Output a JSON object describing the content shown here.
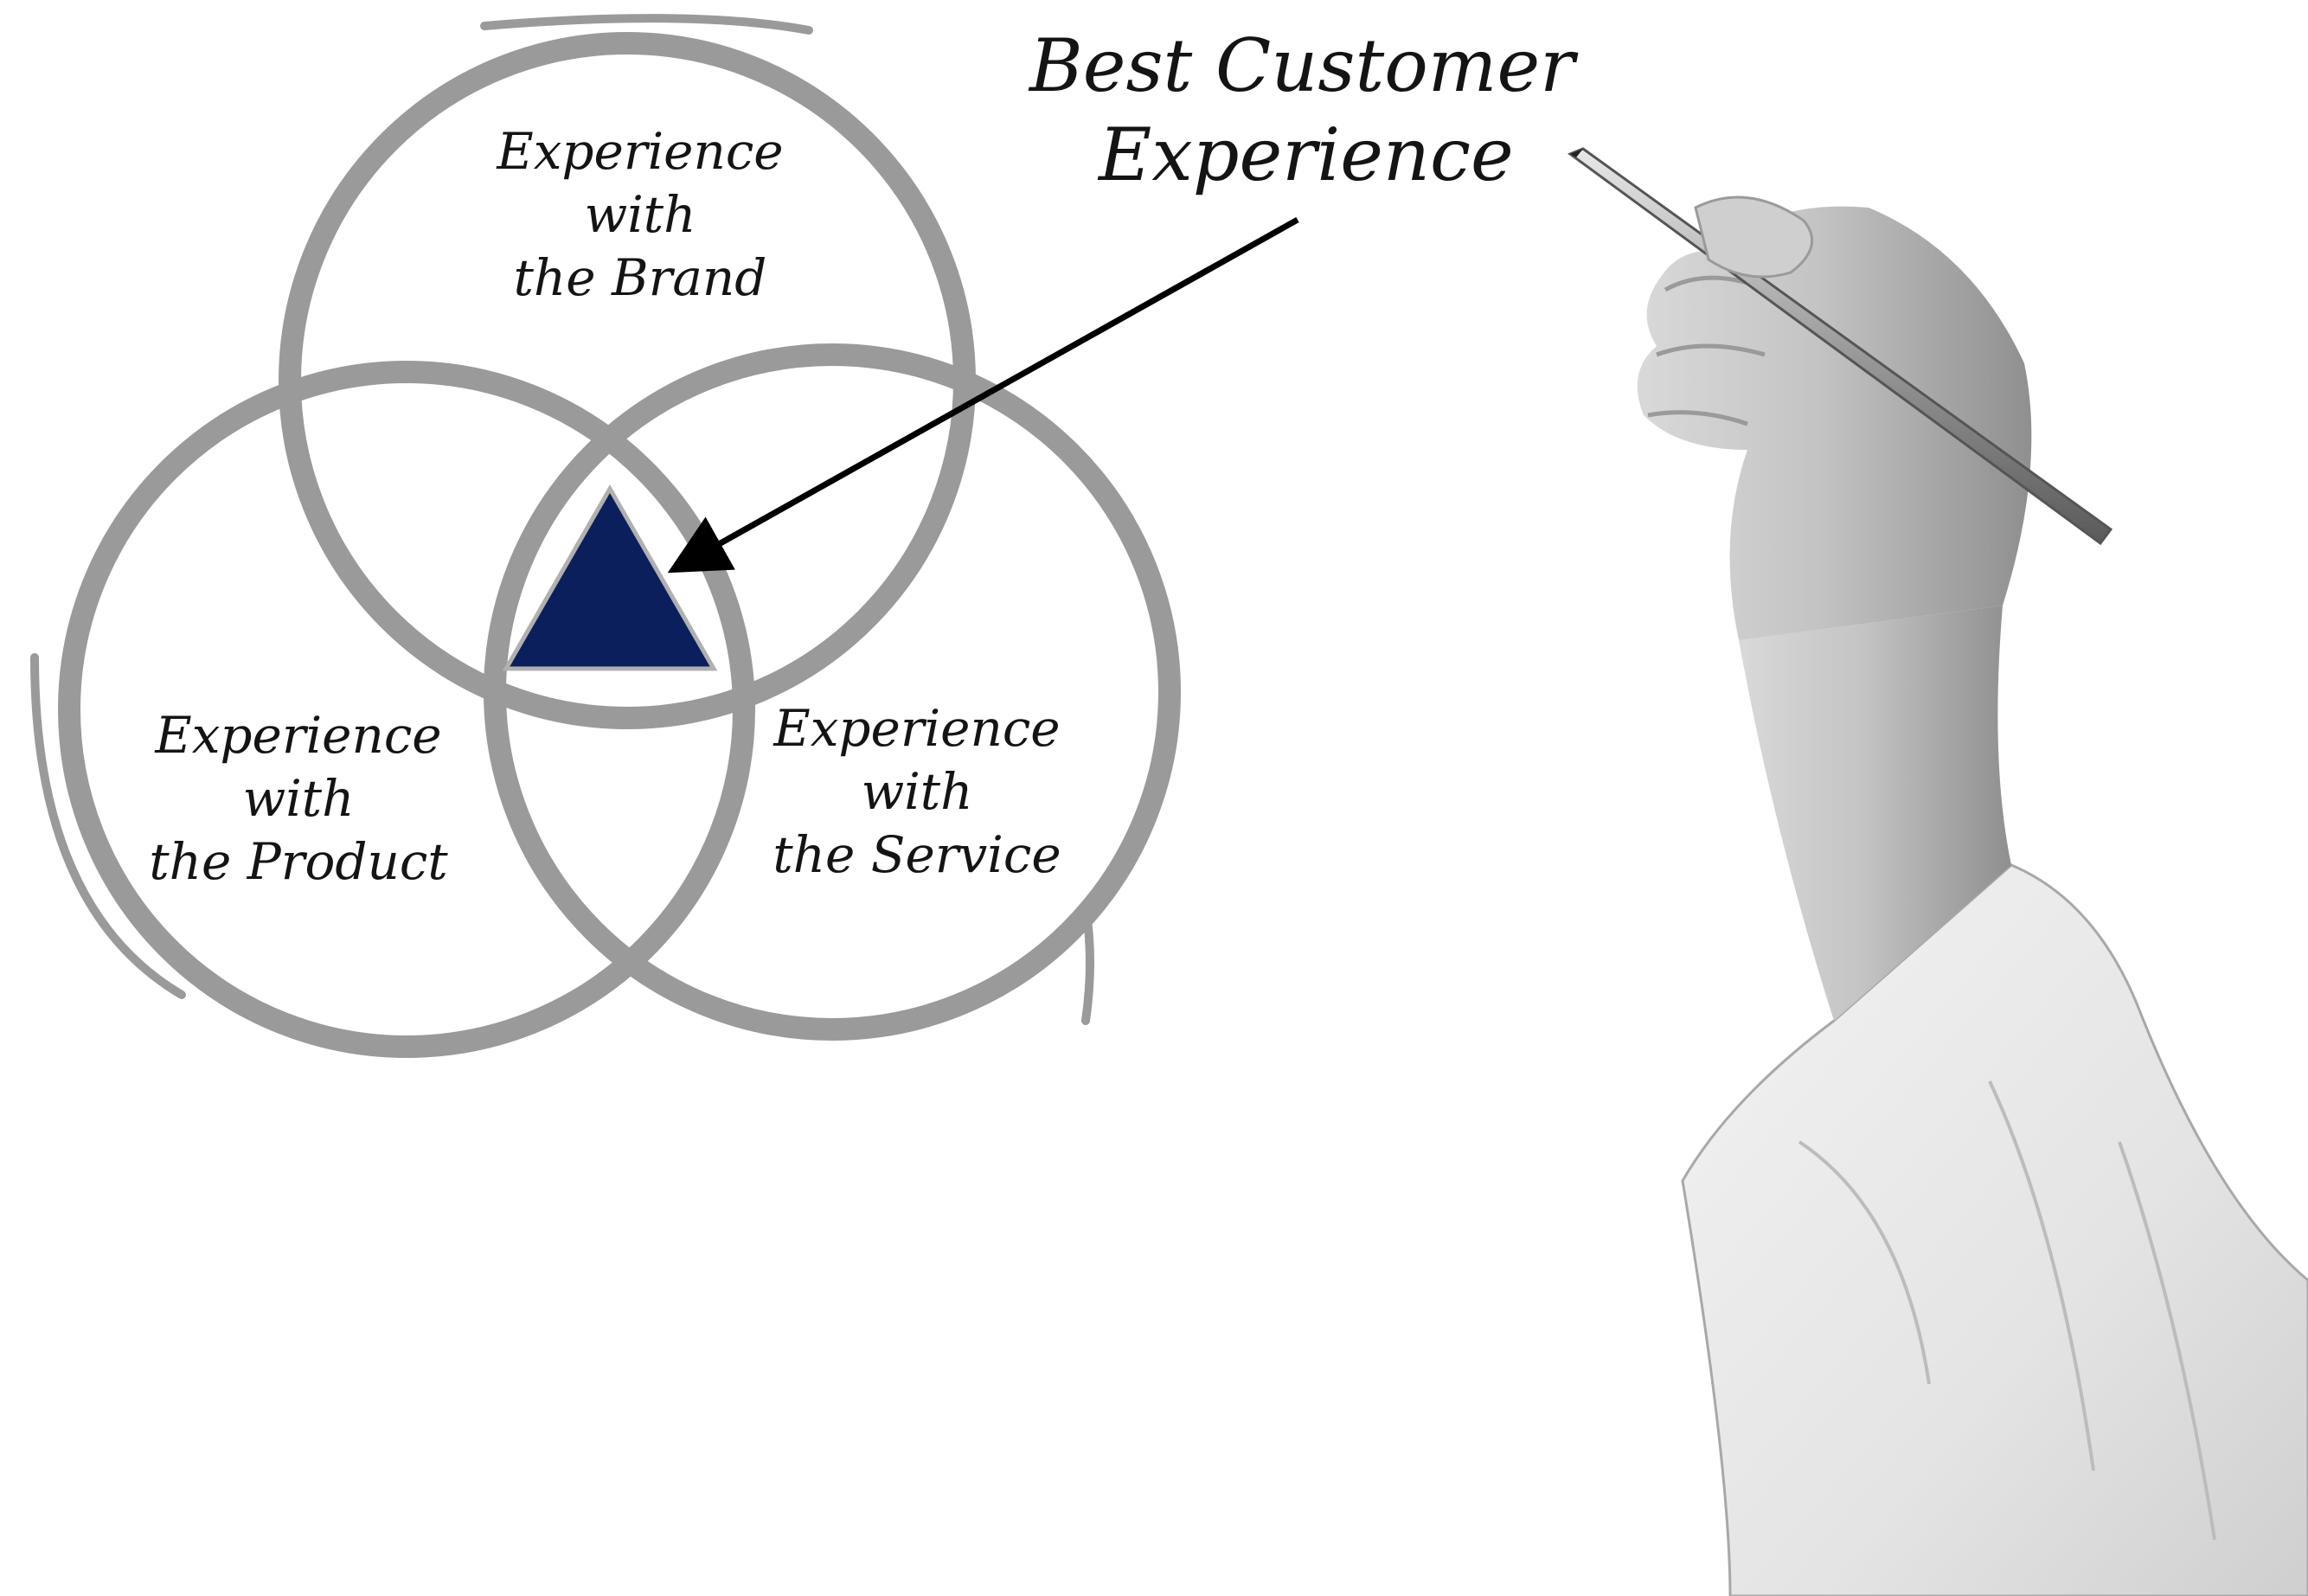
{
  "headline": {
    "line1": "Best Customer",
    "line2": "Experience"
  },
  "circles": {
    "brand": {
      "line1": "Experience",
      "line2": "with",
      "line3": "the Brand"
    },
    "product": {
      "line1": "Experience",
      "line2": "with",
      "line3": "the Product"
    },
    "service": {
      "line1": "Experience",
      "line2": "with",
      "line3": "the Service"
    }
  },
  "colors": {
    "ring": "#9a9a9a",
    "center_triangle": "#0b1f5c",
    "arrow": "#000000",
    "text": "#141414"
  },
  "icons": {
    "center": "triangle-icon",
    "pointer": "arrow-icon",
    "hand": "hand-holding-pen"
  }
}
